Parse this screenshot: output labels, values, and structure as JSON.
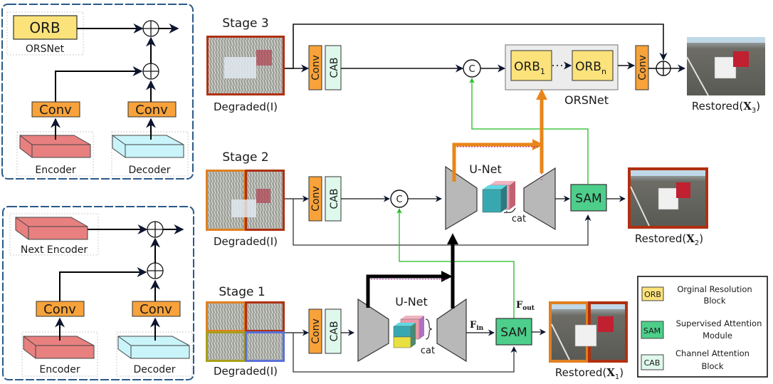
{
  "insets": {
    "top": {
      "orb_label": "ORB",
      "orsnet_label": "ORSNet",
      "conv_left": "Conv",
      "conv_right": "Conv",
      "encoder_label": "Encoder",
      "decoder_label": "Decoder"
    },
    "bottom": {
      "next_encoder_label": "Next Encoder",
      "conv_left": "Conv",
      "conv_right": "Conv",
      "encoder_label": "Encoder",
      "decoder_label": "Decoder"
    }
  },
  "stage3": {
    "title": "Stage 3",
    "input_label": "Degraded(I)",
    "conv": "Conv",
    "cab": "CAB",
    "concat": "C",
    "orb1": "ORB",
    "orb1_sub": "1",
    "orbn": "ORB",
    "orbn_sub": "n",
    "orsnet_label": "ORSNet",
    "conv_out": "Conv",
    "output_label_prefix": "Restored(",
    "output_var": "X",
    "output_sub": "3",
    "output_label_suffix": ")"
  },
  "stage2": {
    "title": "Stage 2",
    "input_label": "Degraded(I)",
    "conv": "Conv",
    "cab": "CAB",
    "concat": "C",
    "unet_label": "U-Net",
    "cat_label": "cat",
    "sam": "SAM",
    "output_label_prefix": "Restored(",
    "output_var": "X",
    "output_sub": "2",
    "output_label_suffix": ")"
  },
  "stage1": {
    "title": "Stage 1",
    "input_label": "Degraded(I)",
    "conv": "Conv",
    "cab": "CAB",
    "unet_label": "U-Net",
    "cat_label": "cat",
    "f_in": "F",
    "f_in_sub": "in",
    "f_out": "F",
    "f_out_sub": "out",
    "sam": "SAM",
    "output_label_prefix": "Restored(",
    "output_var": "X",
    "output_sub": "1",
    "output_label_suffix": ")"
  },
  "legend": {
    "items": [
      {
        "abbr": "ORB",
        "line1": "Orginal Resolution",
        "line2": "Block"
      },
      {
        "abbr": "SAM",
        "line1": "Supervised Attention",
        "line2": "Module"
      },
      {
        "abbr": "CAB",
        "line1": "Channel Attention",
        "line2": "Block"
      }
    ]
  },
  "colors": {
    "orb_fill": "#fbe27a",
    "conv_fill": "#f7a23a",
    "cab_fill": "#dff8ec",
    "sam_fill": "#4dce8a",
    "encoder_fill": "#e88080",
    "decoder_fill": "#c8f4fa",
    "inset_border": "#2a5a8a",
    "orange_arrow": "#e8861a",
    "green_line": "#22bb22",
    "frame_red": "#b03010",
    "frame_orange": "#e08020",
    "frame_olive": "#a8a018",
    "frame_blue": "#5a70d8"
  }
}
